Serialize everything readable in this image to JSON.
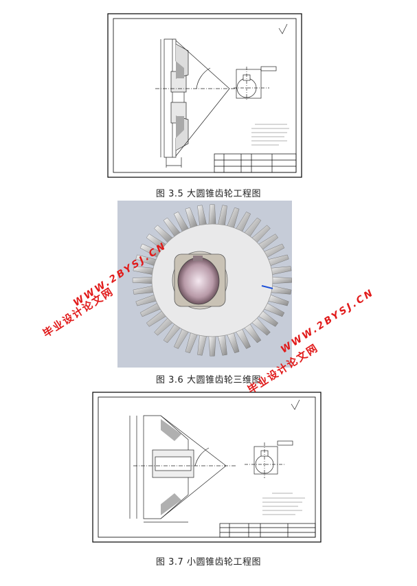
{
  "figures": [
    {
      "id": "fig-3-5",
      "caption": "图 3.5   大圆锥齿轮工程图"
    },
    {
      "id": "fig-3-6",
      "caption": "图 3.6   大圆锥齿轮三维图"
    },
    {
      "id": "fig-3-7",
      "caption": "图 3.7   小圆锥齿轮工程图"
    }
  ],
  "watermark": {
    "cn": "毕业设计论文网",
    "en": "WWW.2BYSJ.CN",
    "color": "#e11b1b"
  }
}
